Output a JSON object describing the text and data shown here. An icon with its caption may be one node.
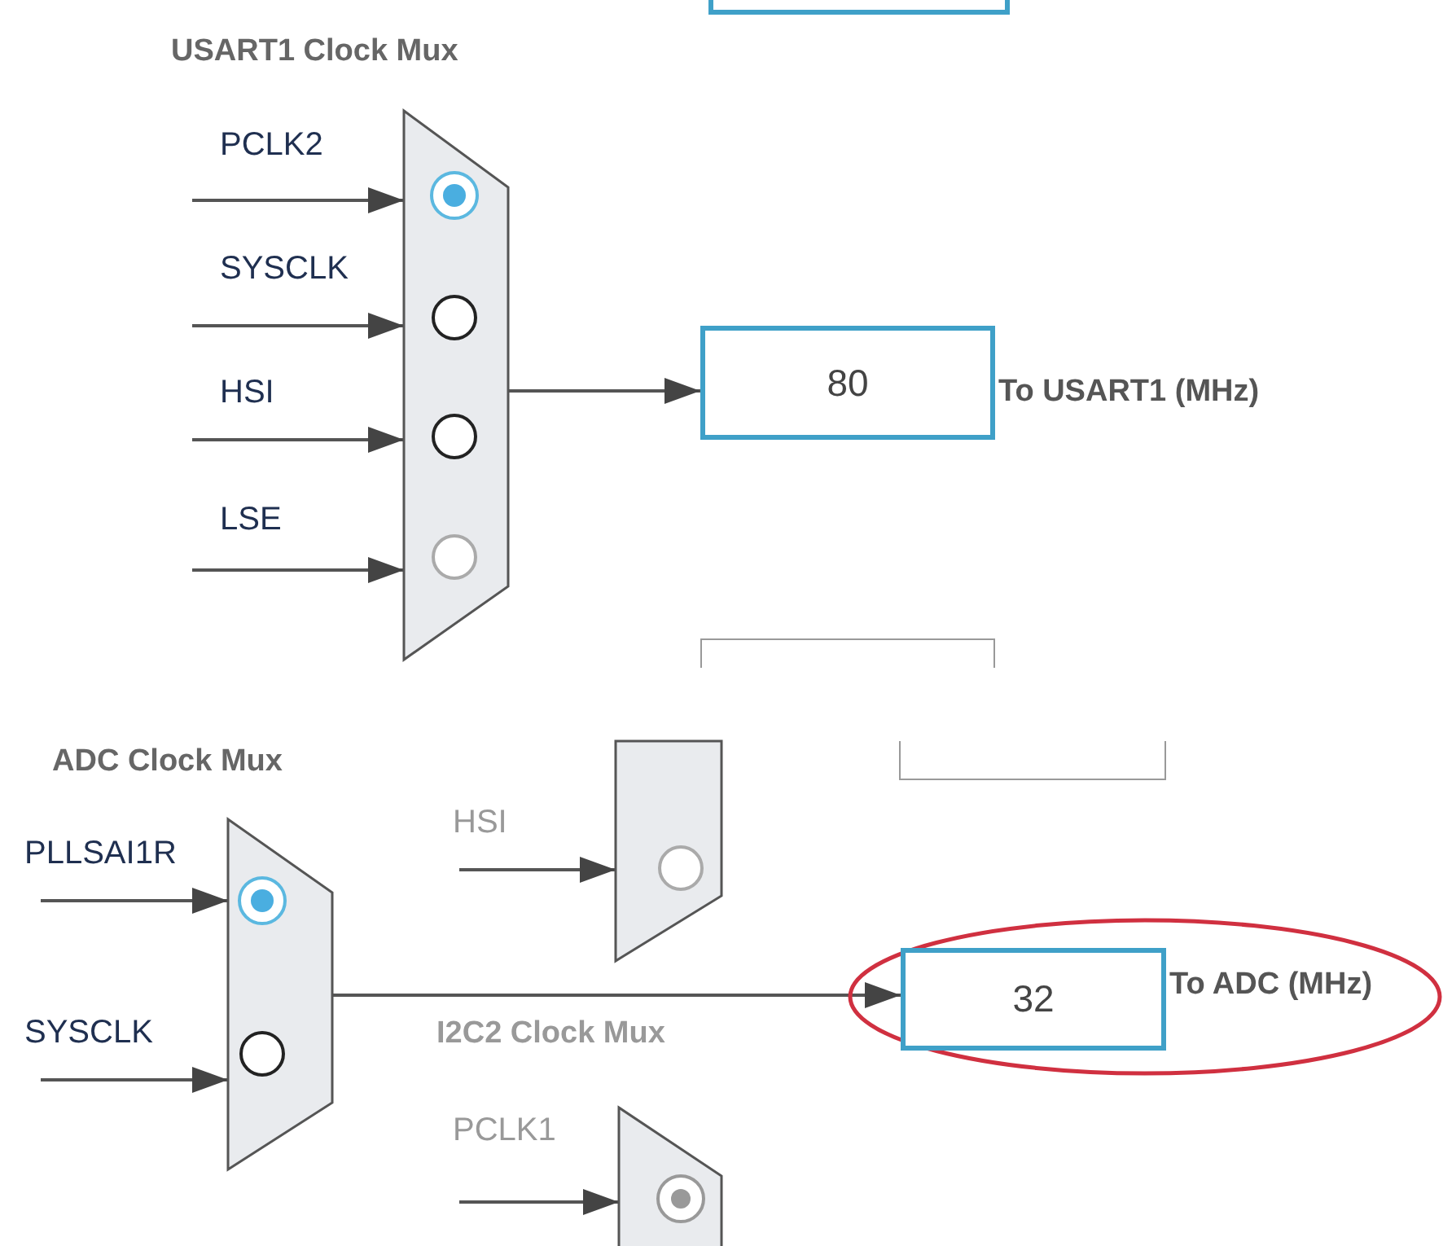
{
  "diagram": {
    "nodes": [
      {
        "text": [],
        "shape": "box"
      },
      {
        "text": [
          "USART1 Clock Mux"
        ]
      },
      {
        "text": [
          "80"
        ],
        "beside": [
          "To USART1 (MHz)"
        ]
      },
      {
        "text": [],
        "shape": "box"
      },
      {
        "text": [],
        "shape": "trapezoid"
      },
      {
        "text": [],
        "shape": "box"
      },
      {
        "text": [
          "ADC Clock Mux"
        ]
      },
      {
        "text": [
          "32"
        ],
        "beside": [
          "To ADC (MHz)"
        ]
      },
      {
        "text": [
          "I2C2 Clock Mux"
        ]
      }
    ],
    "edges": [
      {
        "from": null,
        "to": 1,
        "arrow": "to",
        "label": "PCLK2"
      },
      {
        "from": null,
        "to": 1,
        "arrow": "to",
        "label": "SYSCLK"
      },
      {
        "from": null,
        "to": 1,
        "arrow": "to",
        "label": "HSI"
      },
      {
        "from": null,
        "to": 1,
        "arrow": "to",
        "label": "LSE"
      },
      {
        "from": 1,
        "to": 2,
        "arrow": "to"
      },
      {
        "from": null,
        "to": 6,
        "arrow": "to",
        "label": "PLLSAI1R"
      },
      {
        "from": null,
        "to": 6,
        "arrow": "to",
        "label": "SYSCLK"
      },
      {
        "from": 6,
        "to": 7,
        "arrow": "to"
      },
      {
        "from": null,
        "to": 4,
        "arrow": "to",
        "label": "HSI"
      },
      {
        "from": null,
        "to": 8,
        "arrow": "to",
        "label": "PCLK1"
      }
    ]
  }
}
